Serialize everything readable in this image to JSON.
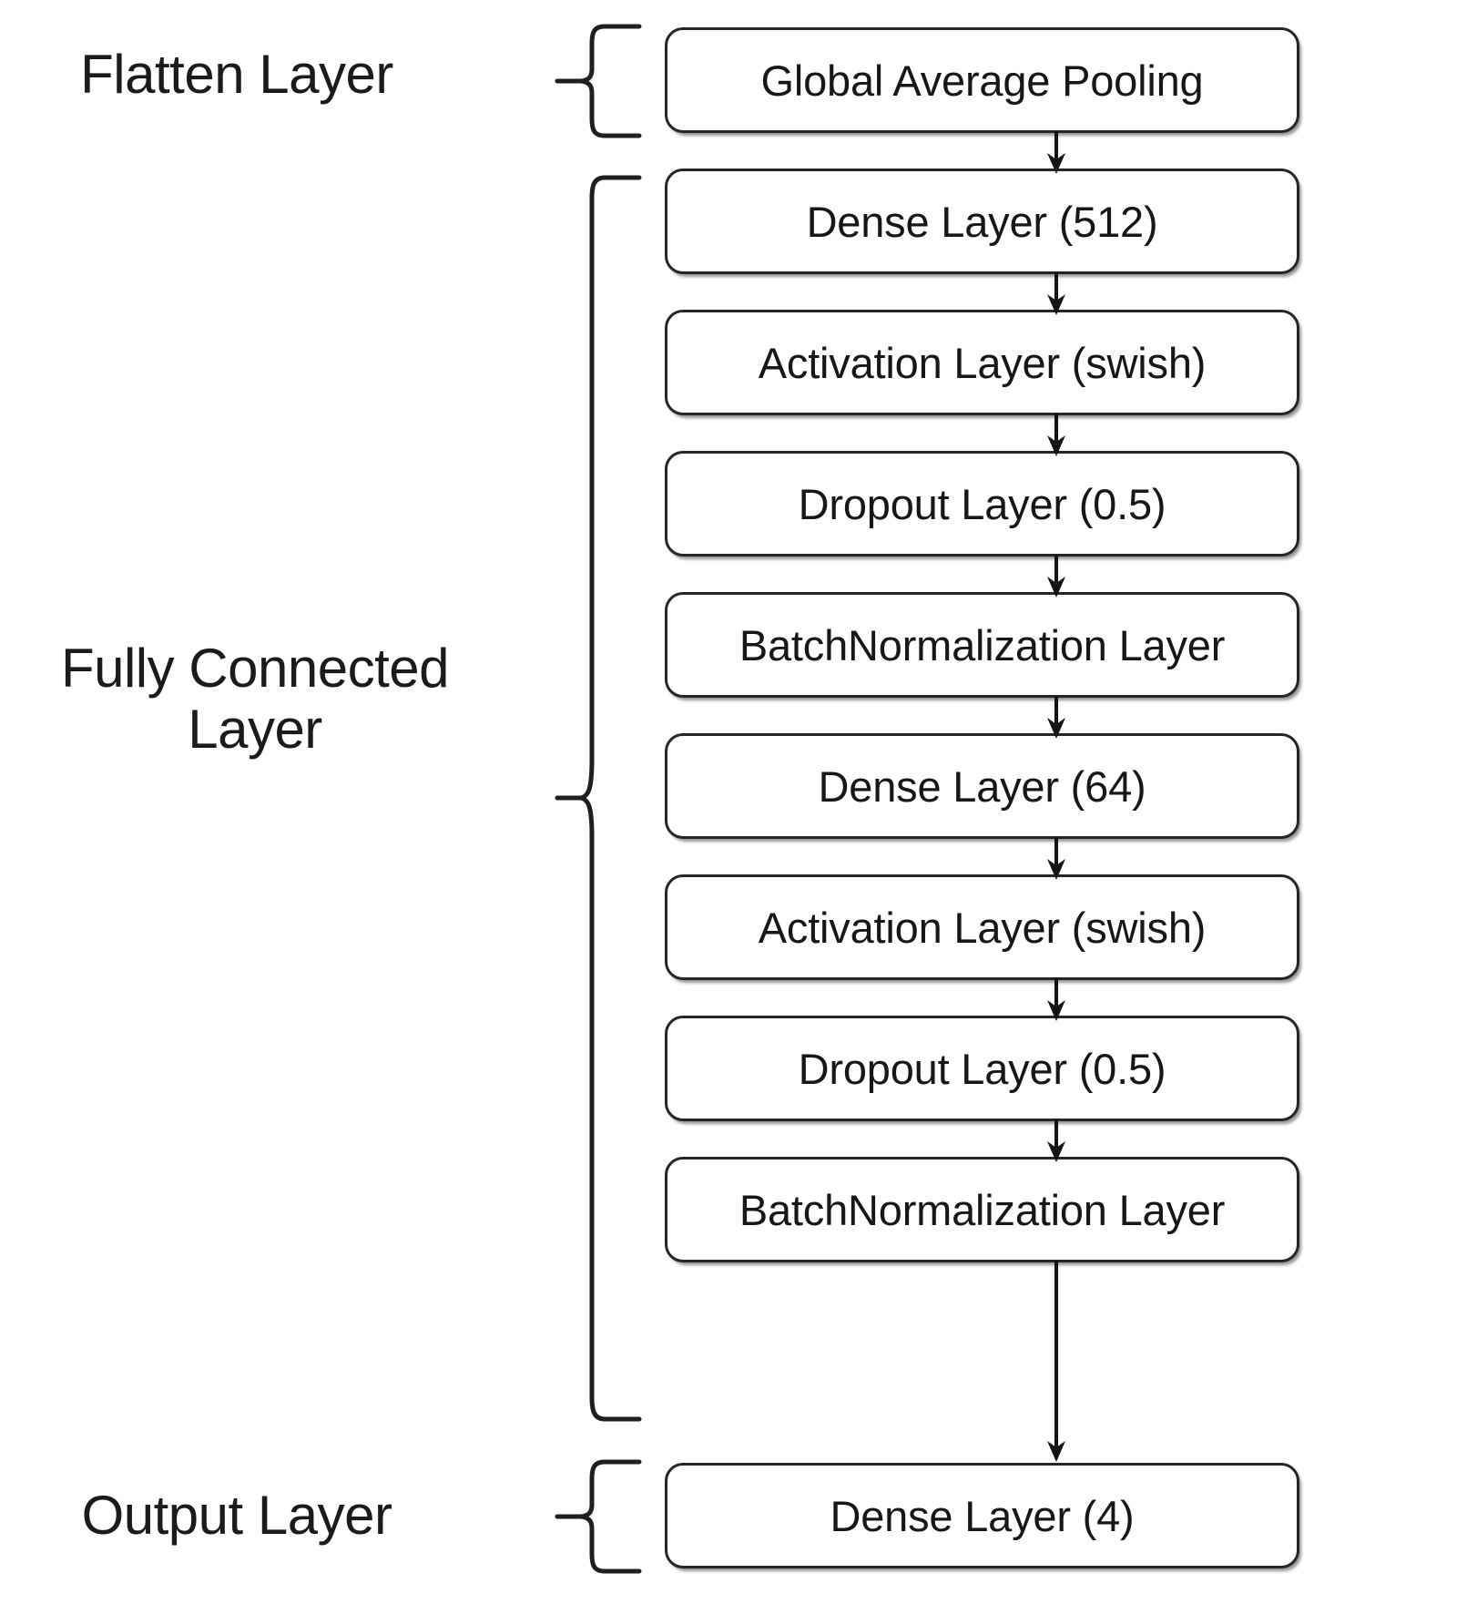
{
  "diagram": {
    "type": "neural-network-architecture-flowchart",
    "orientation": "vertical-top-to-bottom",
    "connector": "downward-arrow",
    "groups": [
      {
        "id": "flatten",
        "label": "Flatten Layer",
        "box_indices": [
          0
        ]
      },
      {
        "id": "fully-connected",
        "label": "Fully Connected\nLayer",
        "box_indices": [
          1,
          2,
          3,
          4,
          5,
          6,
          7,
          8
        ]
      },
      {
        "id": "output",
        "label": "Output Layer",
        "box_indices": [
          9
        ]
      }
    ],
    "boxes": [
      {
        "id": "global-average-pooling",
        "label": "Global Average Pooling"
      },
      {
        "id": "dense-512",
        "label": "Dense Layer (512)"
      },
      {
        "id": "activation-swish-1",
        "label": "Activation Layer (swish)"
      },
      {
        "id": "dropout-05-1",
        "label": "Dropout Layer (0.5)"
      },
      {
        "id": "batchnorm-1",
        "label": "BatchNormalization Layer"
      },
      {
        "id": "dense-64",
        "label": "Dense Layer (64)"
      },
      {
        "id": "activation-swish-2",
        "label": "Activation Layer (swish)"
      },
      {
        "id": "dropout-05-2",
        "label": "Dropout Layer (0.5)"
      },
      {
        "id": "batchnorm-2",
        "label": "BatchNormalization Layer"
      },
      {
        "id": "dense-4",
        "label": "Dense Layer (4)"
      }
    ],
    "colors": {
      "background": "#ffffff",
      "box_border": "#262626",
      "box_fill": "#ffffff",
      "text": "#171717",
      "arrow": "#141414",
      "brace": "#1f1f1f"
    }
  }
}
